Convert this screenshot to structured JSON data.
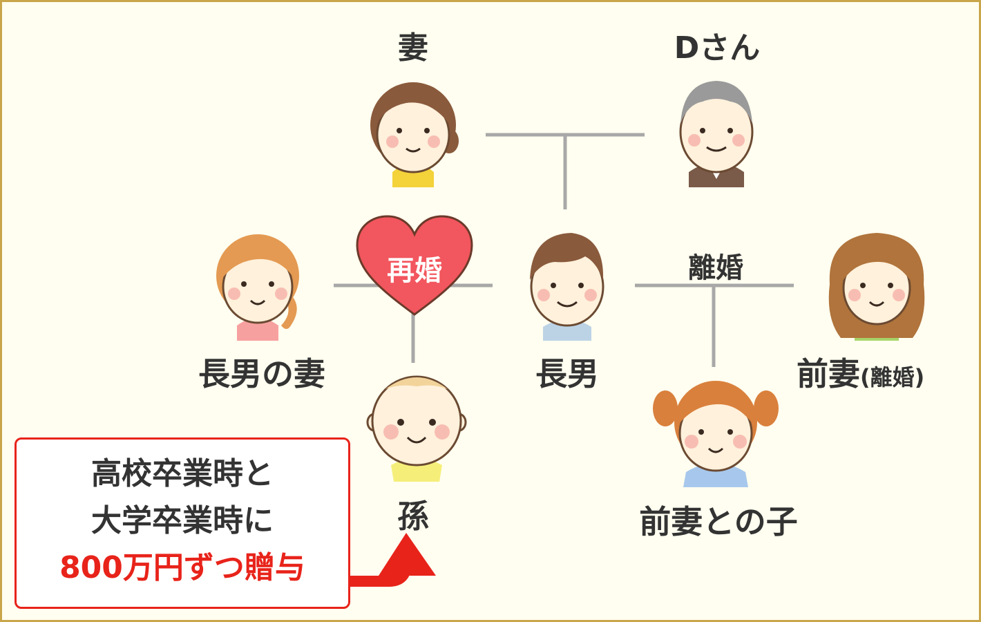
{
  "people": {
    "wife": {
      "label": "妻",
      "hair": "#8a5a3c",
      "shirt": "#f3d23a"
    },
    "d": {
      "label": "Dさん",
      "hair": "#9a9a9a",
      "shirt": "#7a5a48"
    },
    "son_wife": {
      "label": "長男の妻",
      "hair": "#e49a52",
      "shirt": "#f7a0a0"
    },
    "eldest_son": {
      "label": "長男",
      "hair": "#8a5a3c",
      "shirt": "#bcd3e6"
    },
    "ex_wife": {
      "label": "前妻(離婚)",
      "label_main": "前妻",
      "label_sub": "(離婚)",
      "hair": "#b0743c",
      "shirt": "#a6d46a"
    },
    "grandchild": {
      "label": "孫",
      "hair": "#f2d39a",
      "shirt": "#f5ef7a"
    },
    "ex_wife_child": {
      "label": "前妻との子",
      "hair": "#d9803c",
      "shirt": "#a7c8ec"
    }
  },
  "relations": {
    "remarriage": "再婚",
    "divorce": "離婚"
  },
  "note": {
    "line1": "高校卒業時と",
    "line2": "大学卒業時に",
    "line3": "800万円ずつ贈与"
  },
  "colors": {
    "accent_red": "#e8231a",
    "heart": "#f2565e",
    "line_gray": "#a8a8a8",
    "background": "#fffef0",
    "border": "#c9a64a"
  }
}
